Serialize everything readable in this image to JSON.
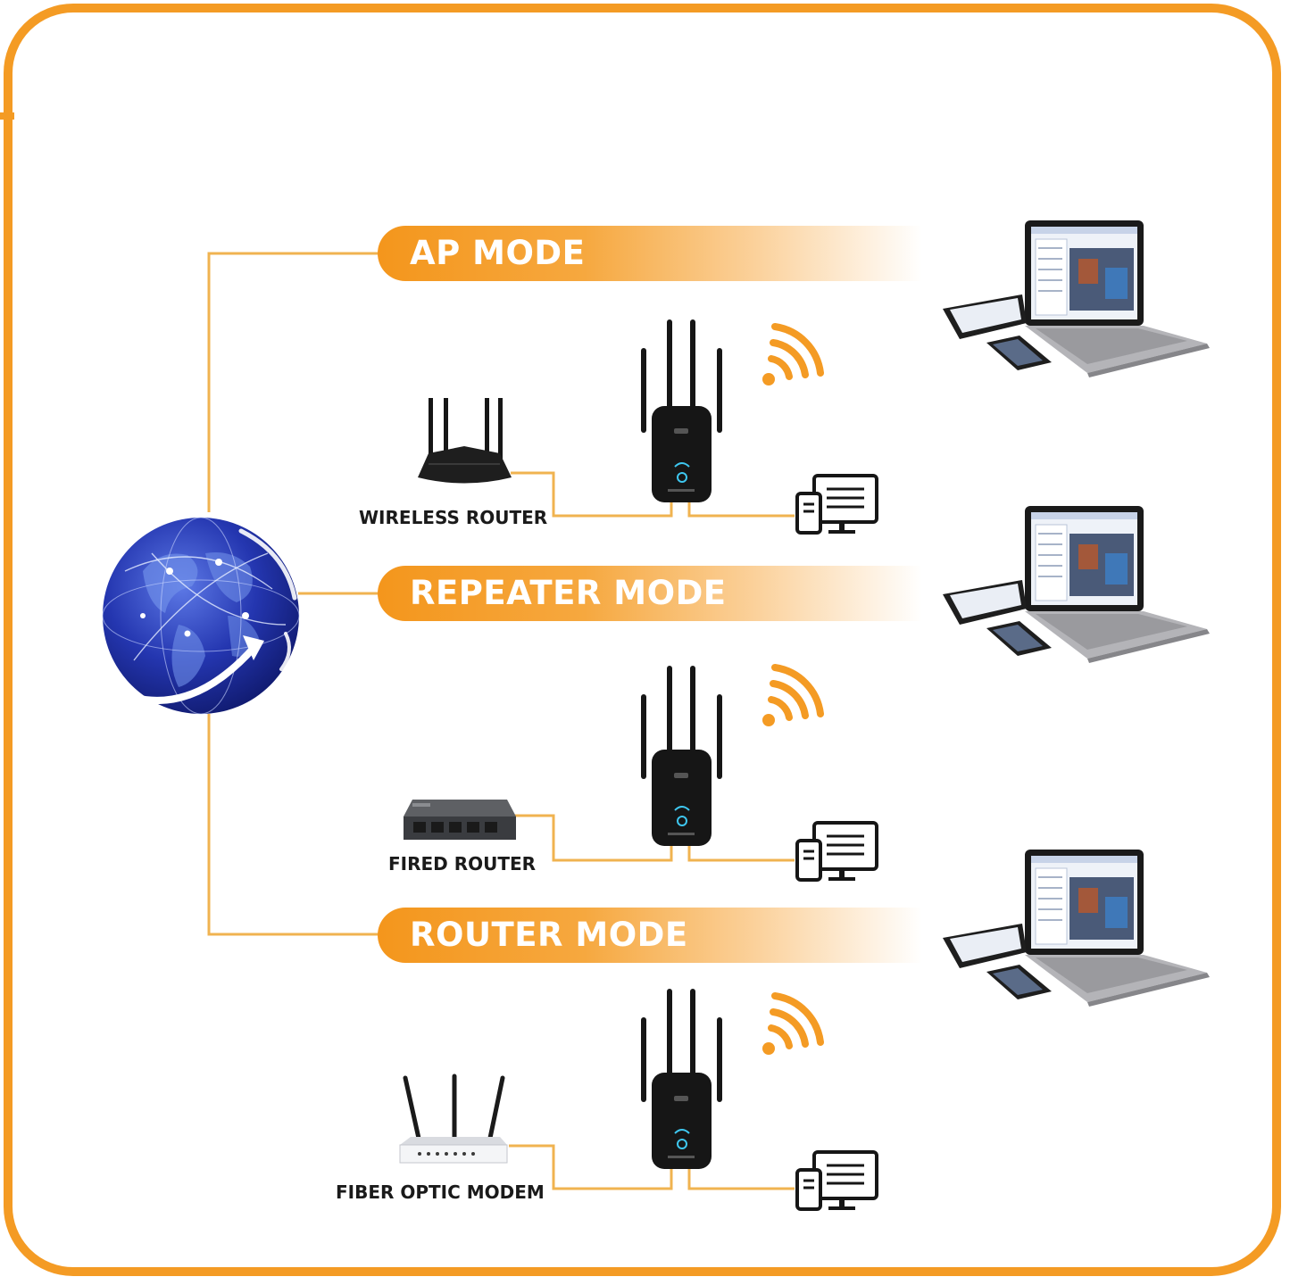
{
  "colors": {
    "accent": "#f49b24",
    "line": "#f0b350",
    "device": "#161616",
    "globe": "#2233a8",
    "indicator": "#3ec7f0"
  },
  "modes": [
    {
      "title": "AP MODE",
      "source_label": "WIRELESS ROUTER",
      "source_icon": "wireless-router-icon"
    },
    {
      "title": "REPEATER MODE",
      "source_label": "FIRED ROUTER",
      "source_icon": "network-switch-icon"
    },
    {
      "title": "ROUTER MODE",
      "source_label": "FIBER OPTIC MODEM",
      "source_icon": "fiber-optic-modem-icon"
    }
  ],
  "icons": {
    "hub": "globe-icon",
    "extender": "wifi-extender-icon",
    "signal": "wifi-signal-icon",
    "wired_client": "desktop-computer-icon",
    "wireless_clients": "laptop-tablet-phone-icon"
  }
}
